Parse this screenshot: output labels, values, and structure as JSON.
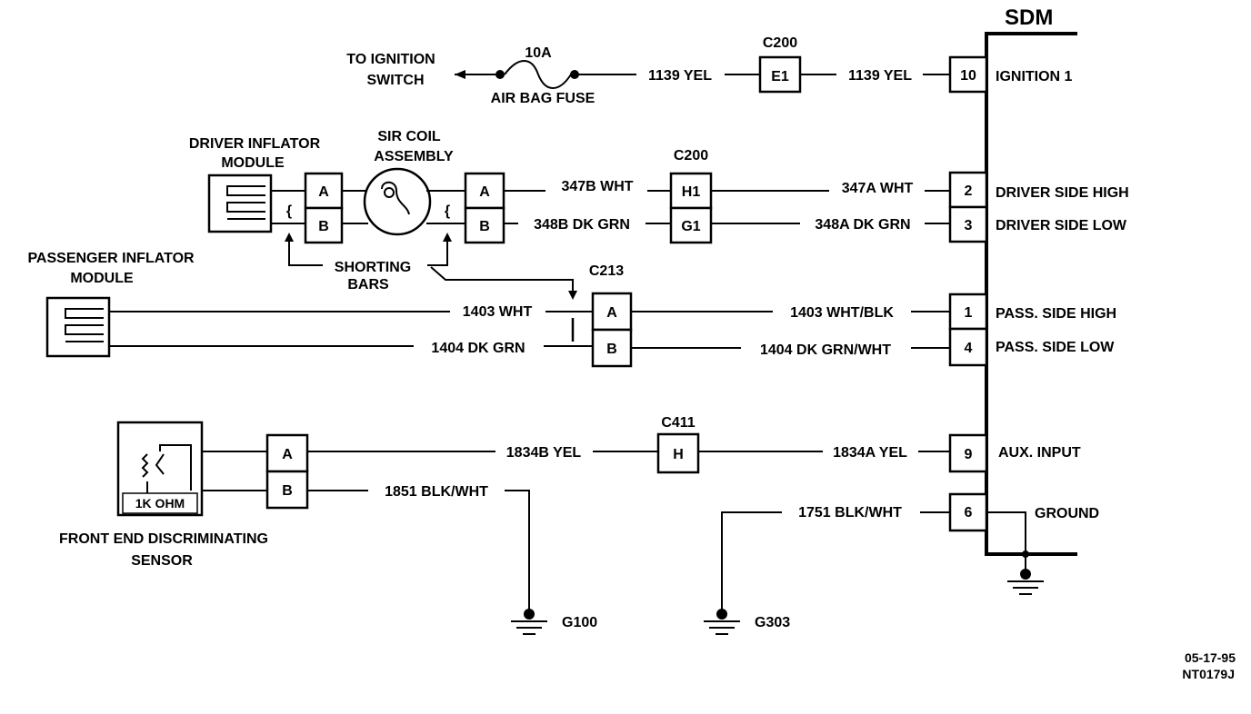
{
  "sdm": {
    "title": "SDM",
    "pins": [
      {
        "num": "10",
        "label": "IGNITION 1"
      },
      {
        "num": "2",
        "label": "DRIVER SIDE HIGH"
      },
      {
        "num": "3",
        "label": "DRIVER SIDE LOW"
      },
      {
        "num": "1",
        "label": "PASS. SIDE HIGH"
      },
      {
        "num": "4",
        "label": "PASS. SIDE LOW"
      },
      {
        "num": "9",
        "label": "AUX. INPUT"
      },
      {
        "num": "6",
        "label": "GROUND"
      }
    ]
  },
  "ignition": {
    "to_line1": "TO IGNITION",
    "to_line2": "SWITCH",
    "fuse_rating": "10A",
    "fuse_name": "AIR BAG FUSE",
    "wire_left": "1139 YEL",
    "wire_right": "1139 YEL",
    "connector": "C200",
    "cavity": "E1"
  },
  "driver": {
    "module_line1": "DRIVER INFLATOR",
    "module_line2": "MODULE",
    "coil_line1": "SIR COIL",
    "coil_line2": "ASSEMBLY",
    "pin_a": "A",
    "pin_b": "B",
    "coil_pin_a": "A",
    "coil_pin_b": "B",
    "connector": "C200",
    "cavity_high": "H1",
    "cavity_low": "G1",
    "wire_high_left": "347B WHT",
    "wire_low_left": "348B DK GRN",
    "wire_high_right": "347A WHT",
    "wire_low_right": "348A DK GRN",
    "shorting_line1": "SHORTING",
    "shorting_line2": "BARS"
  },
  "passenger": {
    "module_line1": "PASSENGER INFLATOR",
    "module_line2": "MODULE",
    "connector": "C213",
    "cavity_a": "A",
    "cavity_b": "B",
    "wire_high_left": "1403 WHT",
    "wire_low_left": "1404 DK GRN",
    "wire_high_right": "1403 WHT/BLK",
    "wire_low_right": "1404 DK GRN/WHT"
  },
  "sensor": {
    "resistor": "1K OHM",
    "name_line1": "FRONT END DISCRIMINATING",
    "name_line2": "SENSOR",
    "pin_a": "A",
    "pin_b": "B",
    "connector": "C411",
    "cavity": "H",
    "wire_left": "1834B YEL",
    "wire_right": "1834A YEL",
    "ground_wire": "1851 BLK/WHT"
  },
  "grounds": {
    "g100": "G100",
    "g303": "G303",
    "sdm_ground_wire": "1751 BLK/WHT"
  },
  "footer": {
    "date": "05-17-95",
    "code": "NT0179J"
  }
}
